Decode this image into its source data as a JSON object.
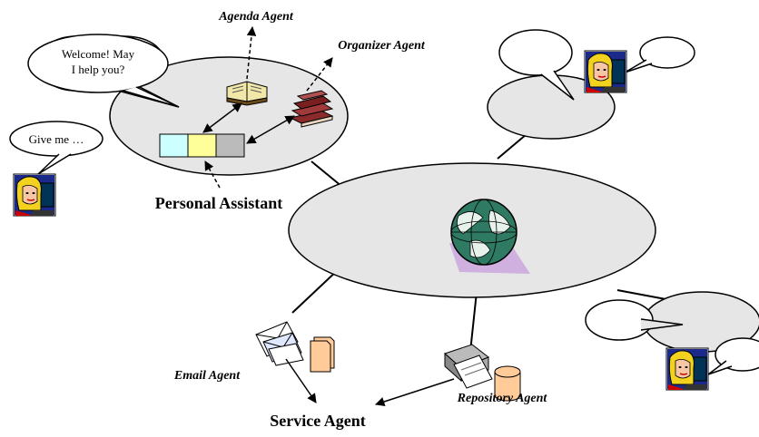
{
  "labels": {
    "agenda_agent": "Agenda Agent",
    "organizer_agent": "Organizer Agent",
    "personal_assistant": "Personal Assistant",
    "email_agent": "Email Agent",
    "service_agent": "Service Agent",
    "repository_agent": "Repository Agent"
  },
  "bubbles": {
    "welcome_line1": "Welcome! May",
    "welcome_line2": "I help you?",
    "give_me": "Give me …"
  },
  "colors": {
    "ellipse_fill": "#e6e6e6",
    "slot_cyan": "#ccffff",
    "slot_yellow": "#ffff99",
    "slot_gray": "#bbbbbb",
    "doc_orange": "#ffcc99",
    "globe_shadow": "#ccaadd"
  },
  "icons": [
    "user-computer-icon",
    "book-icon",
    "books-stack-icon",
    "globe-icon",
    "mail-icon",
    "document-icon",
    "printer-icon",
    "database-icon"
  ]
}
